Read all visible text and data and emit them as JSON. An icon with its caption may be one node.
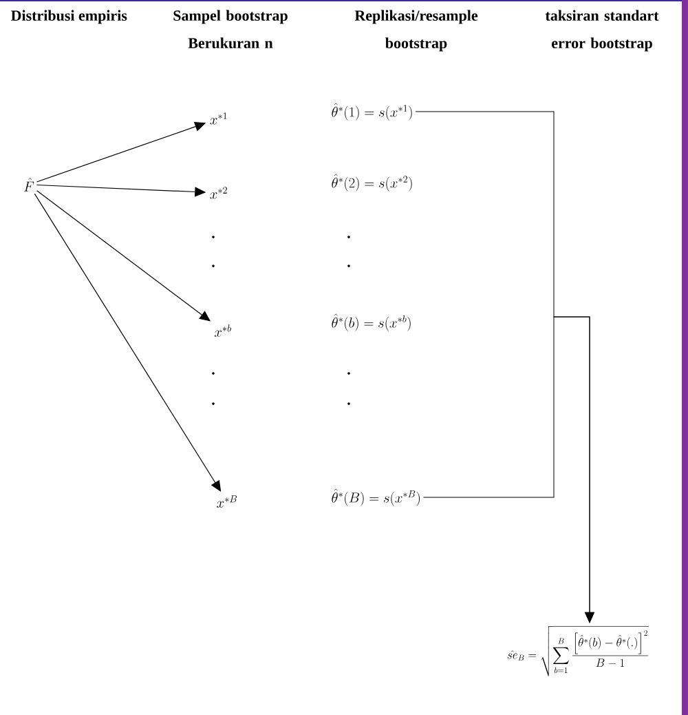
{
  "diagram": {
    "nodes": [
      {
        "text": [
          "\\hat{F}"
        ]
      },
      {
        "text": [
          "x^{*1}"
        ]
      },
      {
        "text": [
          "x^{*2}"
        ]
      },
      {
        "text": [
          "x^{*b}"
        ]
      },
      {
        "text": [
          "x^{*B}"
        ]
      },
      {
        "text": [
          "\\hat{\\theta}^{*}(1) = s(x^{*1})"
        ]
      },
      {
        "text": [
          "\\hat{\\theta}^{*}(2) = s(x^{*2})"
        ]
      },
      {
        "text": [
          "\\hat{\\theta}^{*}(b) = s(x^{*b})"
        ]
      },
      {
        "text": [
          "\\hat{\\theta}^{*}(B) = s(x^{*B})"
        ]
      },
      {
        "text": [
          "\\hat{se}_{B} = \\sqrt{\\sum_{b=1}^{B} \\frac{\\left[\\hat{\\theta}^{*}(b) - \\hat{\\theta}^{*}(.)\\right]^{2}}{B-1}}"
        ]
      }
    ],
    "edges": [
      {
        "from": 0,
        "to": 1,
        "arrow": "to"
      },
      {
        "from": 0,
        "to": 2,
        "arrow": "to"
      },
      {
        "from": 0,
        "to": 3,
        "arrow": "to"
      },
      {
        "from": 0,
        "to": 4,
        "arrow": "to"
      },
      {
        "from": 5,
        "to": 9,
        "arrow": "to"
      },
      {
        "from": 8,
        "to": 9,
        "arrow": "to"
      }
    ],
    "labels": [
      "Distribusi empiris",
      "Sampel bootstrap Berukuran n",
      "Replikasi/resample bootstrap",
      "taksiran standart error bootstrap",
      ".",
      ".",
      ".",
      ".",
      ".",
      ".",
      ".",
      "."
    ]
  }
}
